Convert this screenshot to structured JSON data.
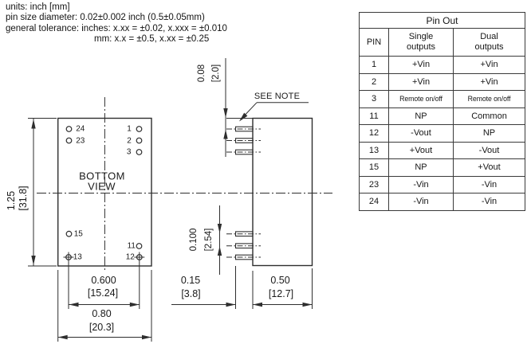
{
  "notes": {
    "line1": "units: inch [mm]",
    "line2": "pin size diameter: 0.02±0.002 inch (0.5±0.05mm)",
    "line3": "general tolerance: inches: x.xx = ±0.02, x.xxx = ±0.010",
    "line4": "mm: x.x = ±0.5, x.xx = ±0.25"
  },
  "pinout": {
    "title": "Pin Out",
    "headers": {
      "pin": "PIN",
      "single_line1": "Single",
      "single_line2": "outputs",
      "dual_line1": "Dual",
      "dual_line2": "outputs"
    },
    "rows": [
      {
        "pin": "1",
        "single": "+Vin",
        "dual": "+Vin"
      },
      {
        "pin": "2",
        "single": "+Vin",
        "dual": "+Vin"
      },
      {
        "pin": "3",
        "single": "Remote on/off",
        "dual": "Remote on/off"
      },
      {
        "pin": "11",
        "single": "NP",
        "dual": "Common"
      },
      {
        "pin": "12",
        "single": "-Vout",
        "dual": "NP"
      },
      {
        "pin": "13",
        "single": "+Vout",
        "dual": "-Vout"
      },
      {
        "pin": "15",
        "single": "NP",
        "dual": "+Vout"
      },
      {
        "pin": "23",
        "single": "-Vin",
        "dual": "-Vin"
      },
      {
        "pin": "24",
        "single": "-Vin",
        "dual": "-Vin"
      }
    ]
  },
  "drawing": {
    "view_label_line1": "BOTTOM",
    "view_label_line2": "VIEW",
    "see_note": "SEE NOTE",
    "pin_labels": {
      "p1": "1",
      "p2": "2",
      "p3": "3",
      "p11": "11",
      "p12": "12",
      "p13": "13",
      "p15": "15",
      "p23": "23",
      "p24": "24"
    },
    "dimensions": {
      "body_height_in": "1.25",
      "body_height_mm": "[31.8]",
      "pin_top_offset_in": "0.08",
      "pin_top_offset_mm": "[2.0]",
      "pin_pitch_in": "0.100",
      "pin_pitch_mm": "[2.54]",
      "pin_span_in": "0.600",
      "pin_span_mm": "[15.24]",
      "body_width_in": "0.80",
      "body_width_mm": "[20.3]",
      "pin_length_in": "0.15",
      "pin_length_mm": "[3.8]",
      "body_depth_in": "0.50",
      "body_depth_mm": "[12.7]"
    }
  },
  "colors": {
    "line": "#2e2e2e",
    "text": "#1a1a1a"
  }
}
